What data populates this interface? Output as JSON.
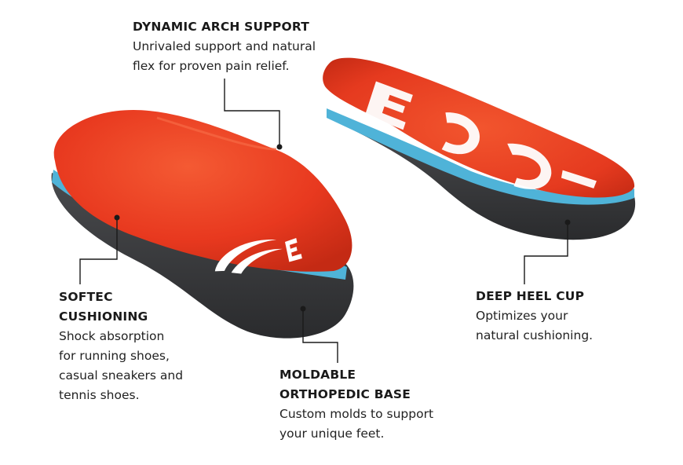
{
  "callouts": {
    "arch": {
      "title": "DYNAMIC ARCH SUPPORT",
      "lines": [
        "Unrivaled support and natural",
        "flex for proven pain relief."
      ]
    },
    "softec": {
      "title_lines": [
        "SOFTEC",
        "CUSHIONING"
      ],
      "lines": [
        "Shock absorption",
        "for running shoes,",
        "casual sneakers and",
        "tennis shoes."
      ]
    },
    "base": {
      "title_lines": [
        "MOLDABLE",
        "ORTHOPEDIC BASE"
      ],
      "lines": [
        "Custom molds to support",
        "your unique feet."
      ]
    },
    "heel": {
      "title": "DEEP HEEL CUP",
      "lines": [
        "Optimizes your",
        "natural cushioning."
      ]
    }
  },
  "colors": {
    "insole_red": "#e8391f",
    "insole_red_dark": "#c42a14",
    "insole_red_light": "#f2552e",
    "base_dark": "#3a3b3d",
    "base_darker": "#2a2b2d",
    "trim_blue": "#4fb3d8",
    "logo_white": "#ffffff",
    "leader_line": "#1a1a1a"
  },
  "icons": [
    "sole-brand-logo-icon"
  ]
}
